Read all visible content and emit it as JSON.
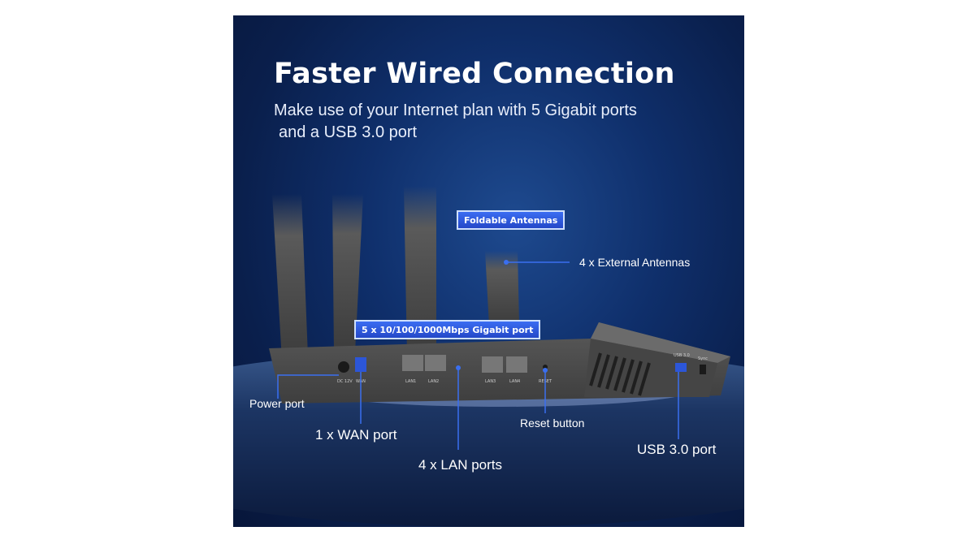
{
  "headline": "Faster Wired Connection",
  "subline": {
    "line1": "Make use of your Internet plan with 5 Gigabit ports",
    "line2": "and a USB 3.0 port"
  },
  "tags": {
    "antennas": "Foldable Antennas",
    "ports": "5 x 10/100/1000Mbps Gigabit port"
  },
  "callouts": {
    "antennas": "4 x External Antennas",
    "power": "Power port",
    "wan": "1 x WAN port",
    "lan": "4 x LAN ports",
    "reset": "Reset button",
    "usb": "USB 3.0 port"
  },
  "port_labels": {
    "power": "DC 12V",
    "wan": "WAN",
    "lan1": "LAN1",
    "lan2": "LAN2",
    "lan3": "LAN3",
    "lan4": "LAN4",
    "reset": "RESET",
    "usb": "USB 3.0",
    "sync": "Sync"
  },
  "colors": {
    "background": "#0a1f4c",
    "accent": "#2f5fe6",
    "device": "#4a4a4a"
  }
}
